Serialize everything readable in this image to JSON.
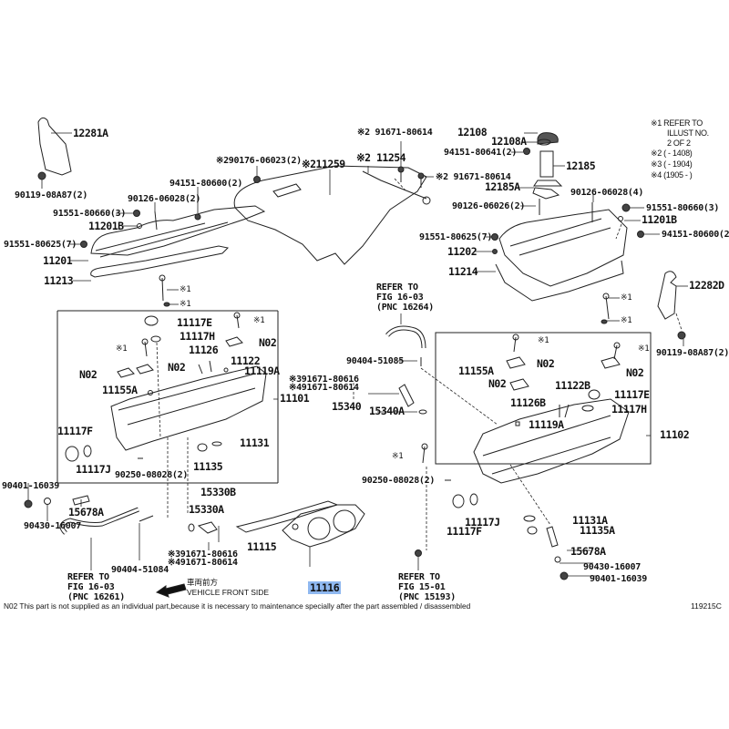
{
  "legend": {
    "notes": [
      {
        "mark": "※1",
        "text": "REFER TO"
      },
      {
        "mark": "",
        "text": "ILLUST NO."
      },
      {
        "mark": "",
        "text": "2 OF 2"
      },
      {
        "mark": "※2",
        "text": "(        - 1408)"
      },
      {
        "mark": "※3",
        "text": "(        - 1904)"
      },
      {
        "mark": "※4",
        "text": "(1905 -        )"
      }
    ]
  },
  "labels": {
    "p12281A": "12281A",
    "p90119_left": "90119-08A87(2)",
    "p94151_80600_left": "94151-80600(2)",
    "p90126_06028_left": "90126-06028(2)",
    "p91551_80660_left": "91551-80660(3)",
    "p11201B_left": "11201B",
    "p91551_80625_left": "91551-80625(7)",
    "p11201": "11201",
    "p11213": "11213",
    "m1_a": "※1",
    "m1_b": "※1",
    "p90176": "※290176-06023(2)",
    "p11259": "※211259",
    "p11254": "※2 11254",
    "p91671_top": "※2 91671-80614",
    "p91671_mid": "※2 91671-80614",
    "p12108": "12108",
    "p12108A": "12108A",
    "p94151_80641": "94151-80641(2)",
    "p12185": "12185",
    "p12185A": "12185A",
    "p90126_06026": "90126-06026(2)",
    "p90126_06028_right": "90126-06028(4)",
    "p91551_80660_right": "91551-80660(3)",
    "p11201B_right": "11201B",
    "p94151_80600_right": "94151-80600(2)",
    "p91551_80625_right": "91551-80625(7)",
    "p11202": "11202",
    "p11214": "11214",
    "p12282D": "12282D",
    "m1_c": "※1",
    "m1_d": "※1",
    "p90119_right": "90119-08A87(2)",
    "refer_16264": [
      "REFER TO",
      "FIG 16-03",
      "(PNC 16264)"
    ],
    "p90404_51085": "90404-51085",
    "p91671_80616_mid": "※391671-80616",
    "p91671_80614_mid": "※491671-80614",
    "p15340": "15340",
    "p15340A": "15340A",
    "lh_11117E": "11117E",
    "lh_m1_a": "※1",
    "lh_11117H": "11117H",
    "lh_m1_b": "※1",
    "lh_N02_a": "N02",
    "lh_11126": "11126",
    "lh_N02_b": "N02",
    "lh_N02_c": "N02",
    "lh_11122": "11122",
    "lh_11119A": "11119A",
    "lh_11155A": "11155A",
    "p11101": "11101",
    "lh_11117F": "11117F",
    "lh_11117J": "11117J",
    "lh_11131": "11131",
    "lh_90250": "90250-08028(2)",
    "lh_11135": "11135",
    "p90401_left": "90401-16039",
    "p15678A_left": "15678A",
    "p90430_left": "90430-16007",
    "p15330B": "15330B",
    "p15330A": "15330A",
    "p11115": "11115",
    "p91671_80616_low": "※391671-80616",
    "p91671_80614_low": "※491671-80614",
    "p90404_51084": "90404-51084",
    "refer_16261": [
      "REFER TO",
      "FIG 16-03",
      "(PNC 16261)"
    ],
    "p11116": "11116",
    "rh_m1_a": "※1",
    "rh_m1_b": "※1",
    "rh_11155A": "11155A",
    "rh_N02_a": "N02",
    "rh_N02_b": "N02",
    "rh_N02_c": "N02",
    "rh_11122B": "11122B",
    "rh_11117E": "11117E",
    "rh_11126B": "11126B",
    "rh_11117H": "11117H",
    "rh_11119A": "11119A",
    "p11102": "11102",
    "rh_m1_c": "※1",
    "rh_90250": "90250-08028(2)",
    "rh_11117J": "11117J",
    "rh_11117F": "11117F",
    "rh_11131A": "11131A",
    "rh_11135A": "11135A",
    "p15678A_right": "15678A",
    "p90430_right": "90430-16007",
    "p90401_right": "90401-16039",
    "refer_15193": [
      "REFER TO",
      "FIG 15-01",
      "(PNC 15193)"
    ]
  },
  "front": {
    "jp": "車両前方",
    "en": "VEHICLE FRONT SIDE"
  },
  "highlighted_part": "11116",
  "highlight_color": "#8fb8f0",
  "footer": "N02 This part is not supplied as an individual part,because it is necessary to maintenance specially after the part assembled / disassembled",
  "figure_id": "119215C"
}
